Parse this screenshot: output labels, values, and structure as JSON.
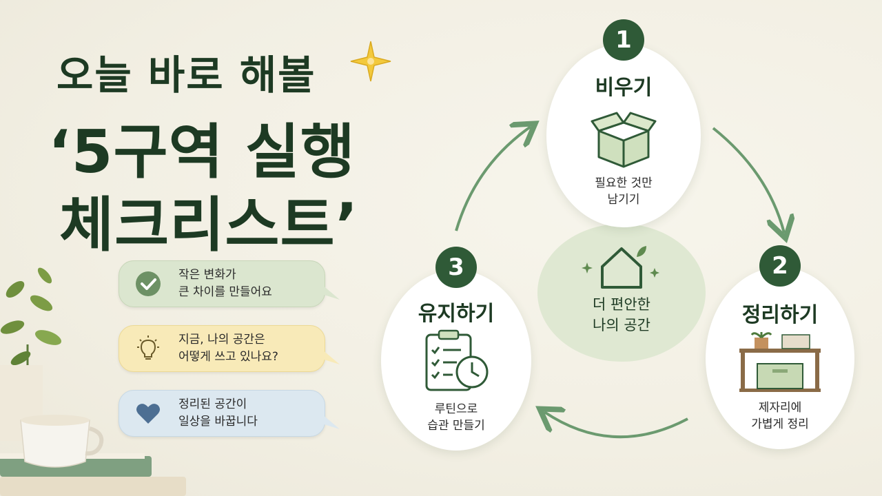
{
  "title": {
    "line1": "오늘 바로 해볼",
    "line2": "‘5구역 실행",
    "line3": "체크리스트’"
  },
  "bubbles": [
    {
      "line1": "작은 변화가",
      "line2": "큰 차이를 만들어요",
      "icon": "check-circle-icon",
      "color": "#dbe6cf"
    },
    {
      "line1": "지금, 나의 공간은",
      "line2": "어떻게 쓰고 있나요?",
      "icon": "lightbulb-icon",
      "color": "#f8eab8"
    },
    {
      "line1": "정리된 공간이",
      "line2": "일상을 바꿉니다",
      "icon": "heart-icon",
      "color": "#dce8f0"
    }
  ],
  "steps": [
    {
      "number": "1",
      "title": "비우기",
      "desc1": "필요한 것만",
      "desc2": "남기기",
      "icon": "open-box-icon"
    },
    {
      "number": "2",
      "title": "정리하기",
      "desc1": "제자리에",
      "desc2": "가볍게 정리",
      "icon": "shelf-icon"
    },
    {
      "number": "3",
      "title": "유지하기",
      "desc1": "루틴으로",
      "desc2": "습관 만들기",
      "icon": "clipboard-clock-icon"
    }
  ],
  "center": {
    "line1": "더 편안한",
    "line2": "나의 공간",
    "icon": "house-leaf-icon"
  },
  "colors": {
    "accent": "#2f5a37",
    "title": "#1d3a23",
    "arrow": "#6b9a6f",
    "background": "#f2efe3"
  }
}
